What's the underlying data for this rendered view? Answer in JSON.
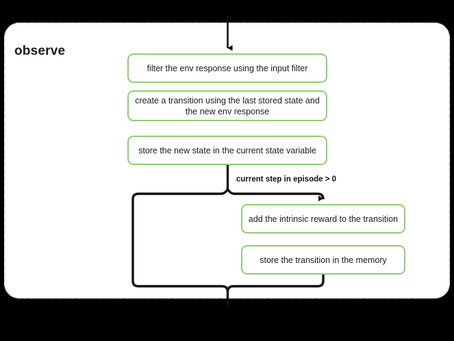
{
  "diagram": {
    "type": "flowchart",
    "title": "observe",
    "canvas_bg": "#000000",
    "panel_bg": "#ffffff",
    "panel_border_color": "#e2e2e2",
    "panel_border_style": "dashed",
    "node_border_color": "#8FCE73",
    "connector_color": "#111111",
    "nodes": [
      {
        "id": "filter",
        "label": "filter the env response using the input filter"
      },
      {
        "id": "create",
        "label": "create a transition using the last stored state and the new env response"
      },
      {
        "id": "store_state",
        "label": "store the new state in the current state variable"
      },
      {
        "id": "add_reward",
        "label": "add the intrinsic reward to the transition"
      },
      {
        "id": "store_trans",
        "label": "store the transition in the memory"
      }
    ],
    "edges": [
      {
        "from": "external-top",
        "to": "filter",
        "label": ""
      },
      {
        "from": "filter",
        "to": "create",
        "label": ""
      },
      {
        "from": "create",
        "to": "store_state",
        "label": ""
      },
      {
        "from": "store_state",
        "to": "add_reward",
        "label": "current step in episode > 0"
      },
      {
        "from": "store_state",
        "to": "merge",
        "label": ""
      },
      {
        "from": "add_reward",
        "to": "store_trans",
        "label": ""
      },
      {
        "from": "store_trans",
        "to": "merge",
        "label": ""
      },
      {
        "from": "merge",
        "to": "external-bottom",
        "label": ""
      }
    ],
    "branch_label": "current step in episode > 0"
  }
}
